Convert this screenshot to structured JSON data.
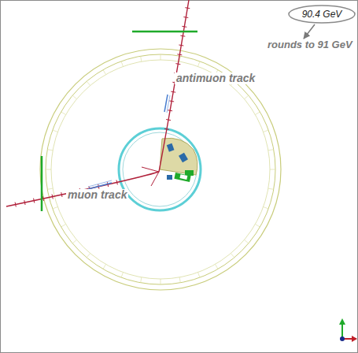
{
  "diagram": {
    "nodes": [
      {
        "text": [
          "90.4 GeV"
        ]
      }
    ],
    "labels": [
      "rounds to 91 GeV",
      "antimuon track",
      "muon track"
    ]
  }
}
